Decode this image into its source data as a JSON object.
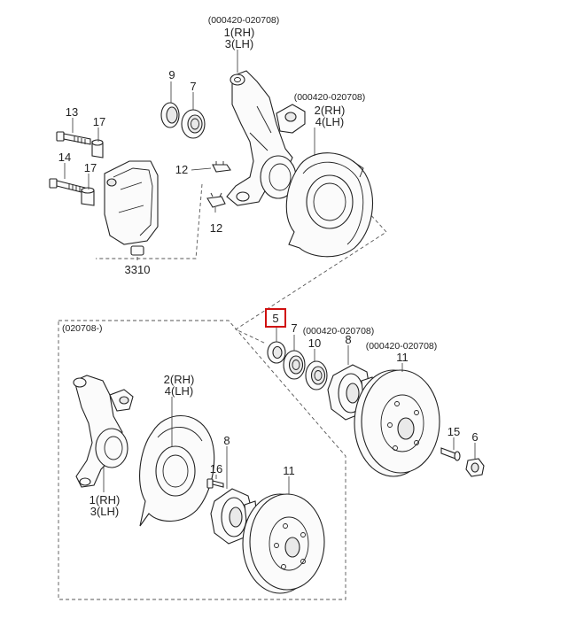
{
  "colors": {
    "line": "#222222",
    "highlight": "#d01010",
    "background": "#ffffff"
  },
  "labels": {
    "knuckle_period": "(000420-020708)",
    "knuckle_rh": "1(RH)",
    "knuckle_lh": "3(LH)",
    "shield_period": "(000420-020708)",
    "shield_rh": "2(RH)",
    "shield_lh": "4(LH)",
    "p9": "9",
    "p7_top": "7",
    "p13": "13",
    "p17_a": "17",
    "p14": "14",
    "p17_b": "17",
    "p12_a": "12",
    "p12_b": "12",
    "p3310": "3310",
    "p5": "5",
    "p7_mid": "7",
    "p10": "10",
    "p8_mid": "8",
    "hub_period": "(000420-020708)",
    "disc_period": "(000420-020708)",
    "p11_mid": "11",
    "p15": "15",
    "p6": "6",
    "later_period": "(020708-)",
    "later_shield_rh": "2(RH)",
    "later_shield_lh": "4(LH)",
    "p8_low": "8",
    "p16": "16",
    "p11_low": "11",
    "later_knuckle_rh": "1(RH)",
    "later_knuckle_lh": "3(LH)"
  }
}
